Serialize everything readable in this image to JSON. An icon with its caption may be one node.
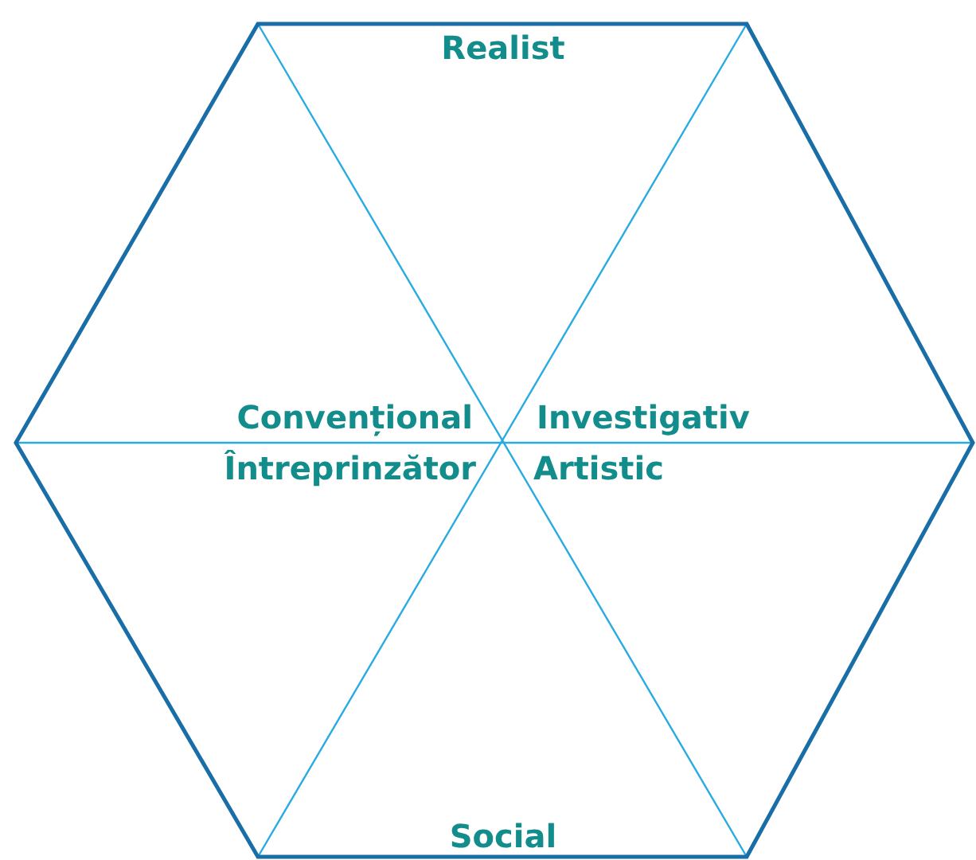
{
  "diagram": {
    "labels": [
      "Realist",
      "Convențional",
      "Investigativ",
      "Întreprinzător",
      "Artistic",
      "Social"
    ]
  }
}
